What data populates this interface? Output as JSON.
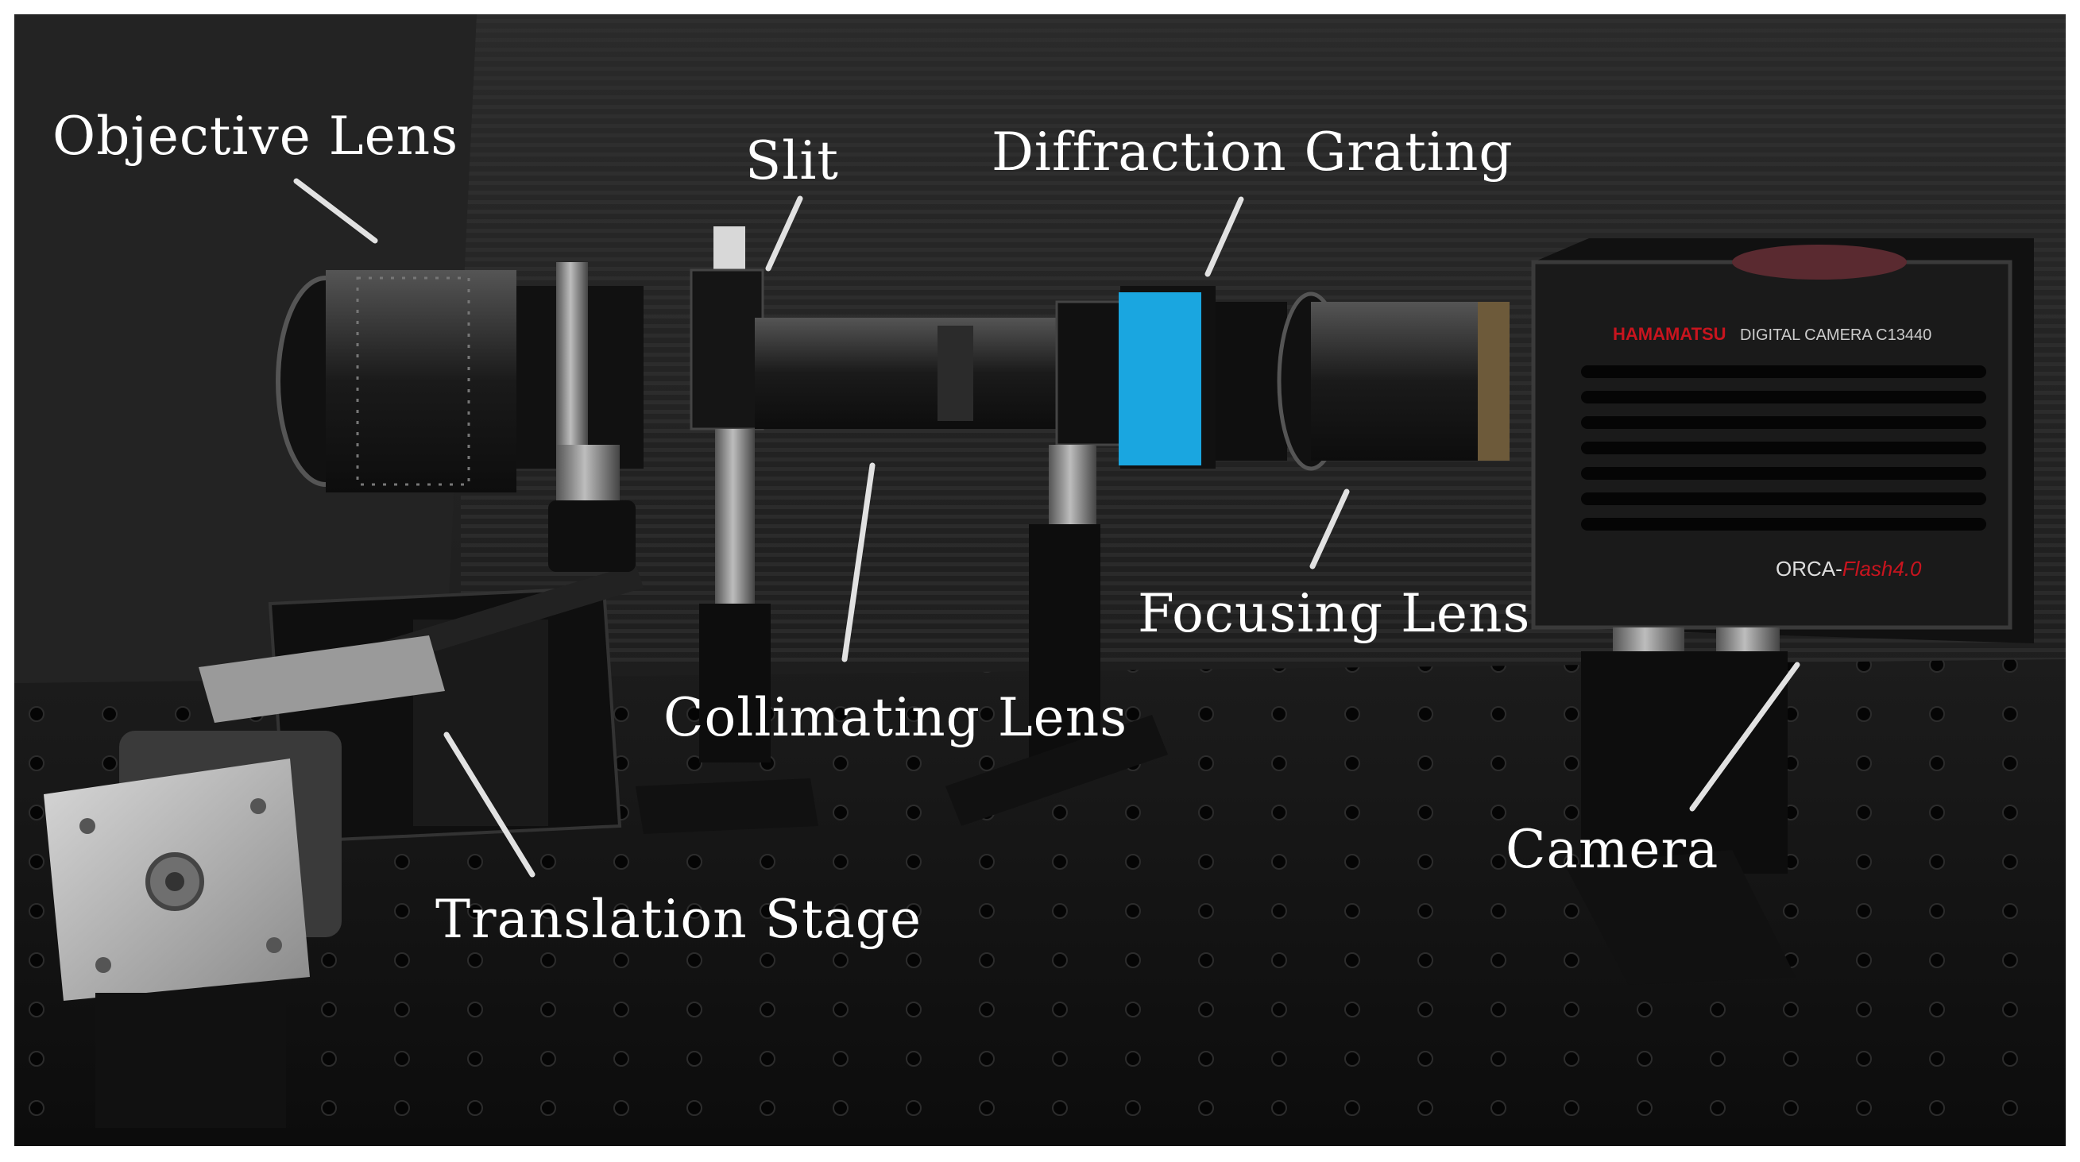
{
  "photo": {
    "labels": {
      "objective_lens": "Objective Lens",
      "slit": "Slit",
      "diffraction_grating": "Diffraction Grating",
      "focusing_lens": "Focusing Lens",
      "collimating_lens": "Collimating Lens",
      "camera": "Camera",
      "translation_stage": "Translation Stage"
    },
    "camera_body": {
      "brand": "HAMAMATSU",
      "model_line": "DIGITAL CAMERA C13440",
      "product_prefix": "ORCA-",
      "product_suffix": "Flash4.0"
    },
    "colors": {
      "background_wall": "#1e1e1e",
      "table": "#141414",
      "grating_tape": "#1aa6e0",
      "label_text": "#ffffff",
      "camera_brand_red": "#c8141e"
    }
  }
}
